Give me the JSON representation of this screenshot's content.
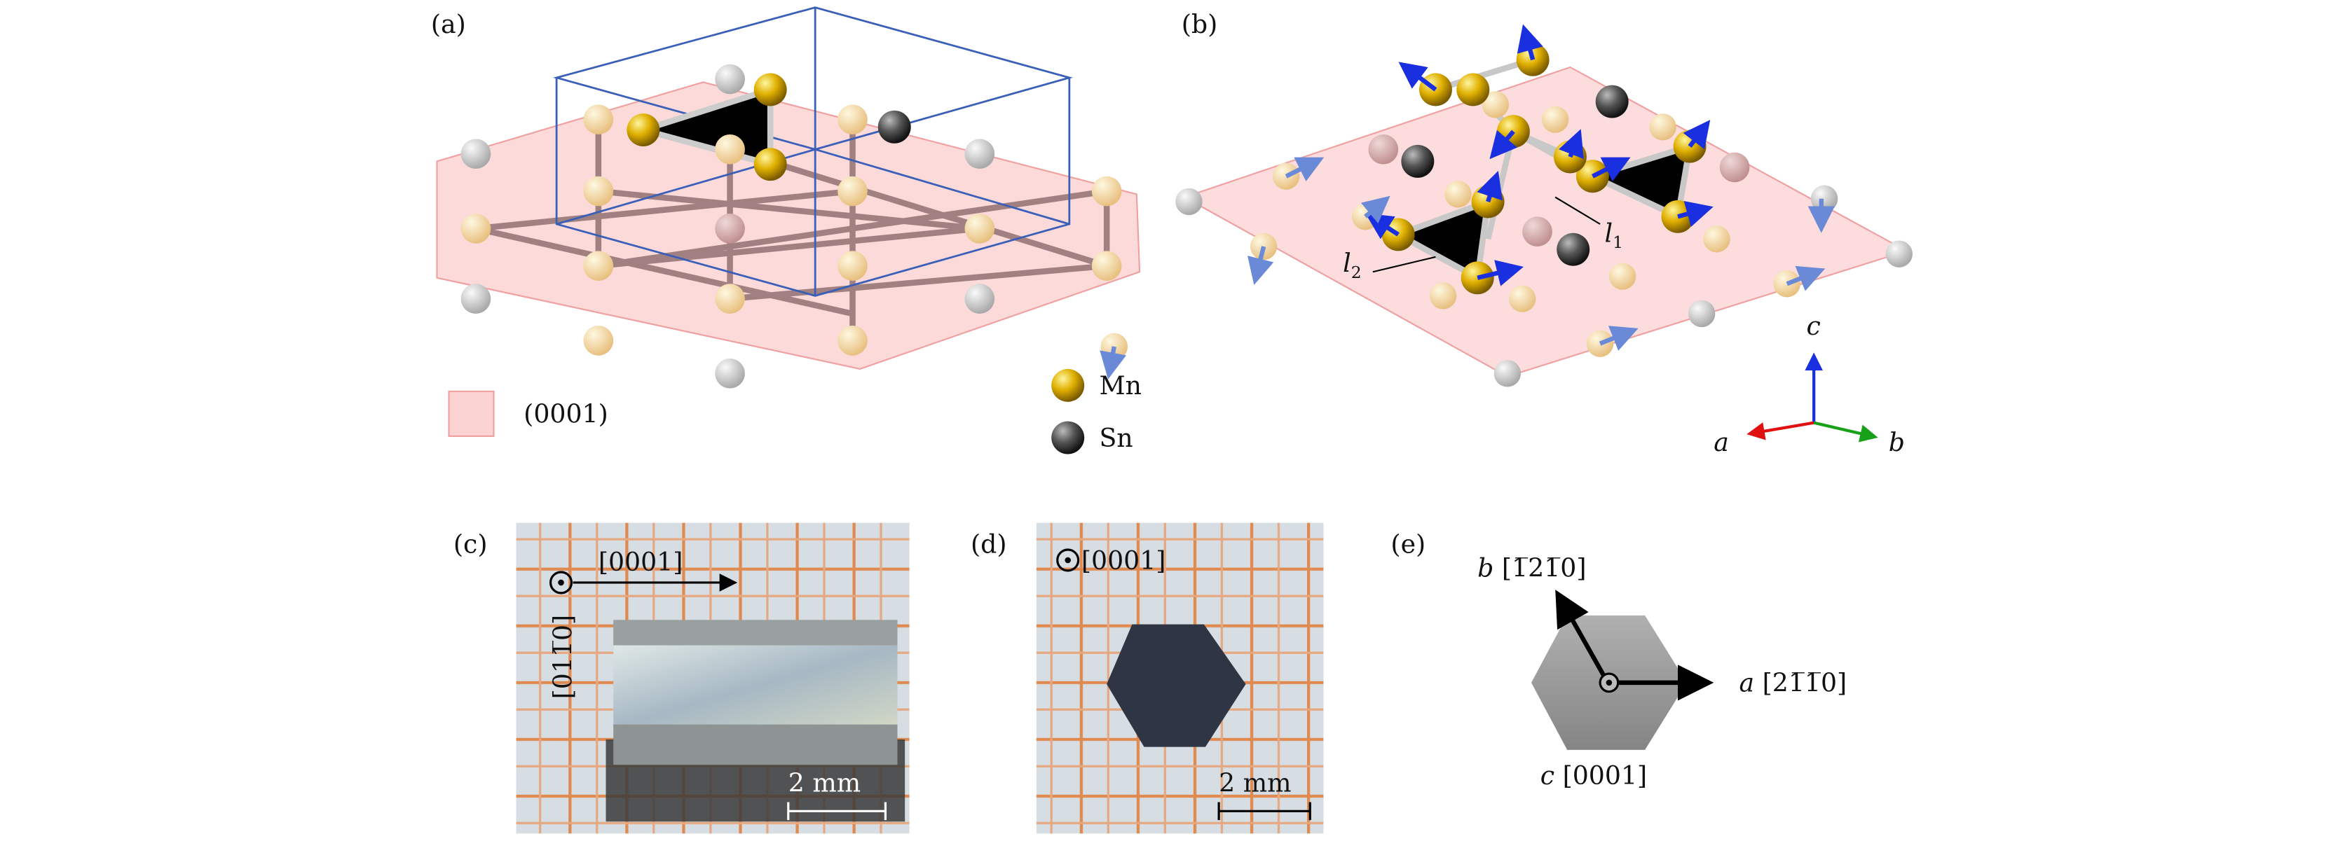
{
  "panels": {
    "a": {
      "label": "(a)",
      "legend_plane": "(0001)",
      "legend_mn": "Mn",
      "legend_sn": "Sn"
    },
    "b": {
      "label": "(b)",
      "l1": "l",
      "l1_sub": "1",
      "l2": "l",
      "l2_sub": "2",
      "axis_a": "a",
      "axis_b": "b",
      "axis_c": "c"
    },
    "c": {
      "label": "(c)",
      "dir_horizontal": "[0001]",
      "dir_vertical": "[011̅0]",
      "scale": "2 mm"
    },
    "d": {
      "label": "(d)",
      "dir": "[0001]",
      "scale": "2 mm"
    },
    "e": {
      "label": "(e)",
      "axis_b": "b",
      "axis_b_dir": "[1̅21̅0]",
      "axis_a": "a",
      "axis_a_dir": "[21̅1̅0]",
      "axis_c": "c",
      "axis_c_dir": "[0001]"
    }
  },
  "colors": {
    "mn": "#e0b000",
    "sn": "#555555",
    "plane": "#fbd3d3",
    "box": "#3a5fb8",
    "spin": "#1a2fe0"
  }
}
